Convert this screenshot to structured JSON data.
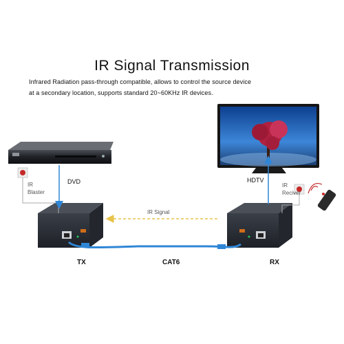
{
  "title": "IR Signal Transmission",
  "description": {
    "line1": "Infrared Radiation pass-through compatible, allows to control the source device",
    "line2": "at a secondary location, supports standard 20~60KHz IR devices."
  },
  "labels": {
    "dvd": "DVD",
    "hdtv": "HDTV",
    "ir_blaster": [
      "IR",
      "Blaster"
    ],
    "ir_receiver": [
      "IR",
      "Reciver"
    ],
    "ir_signal": "IR Signal",
    "tx": "TX",
    "rx": "RX",
    "cable": "CAT6"
  },
  "colors": {
    "cable": "#2f86d6",
    "signal_arrow": "#e8c34a",
    "ir_window": "#c62828",
    "device_body": "#2b2f36"
  }
}
